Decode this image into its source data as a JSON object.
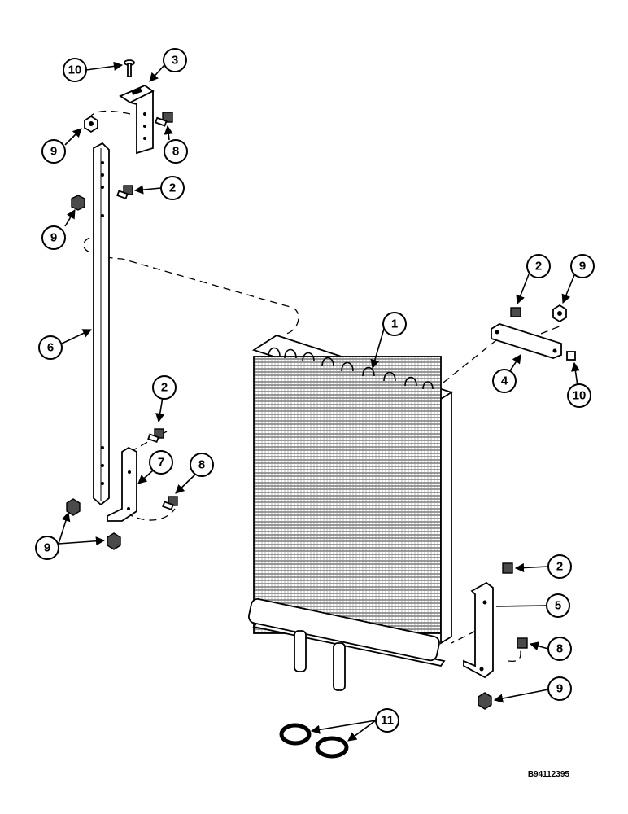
{
  "drawing_ref": "B94112395",
  "callouts": [
    "1",
    "2",
    "3",
    "4",
    "5",
    "6",
    "7",
    "8",
    "9",
    "10",
    "11"
  ]
}
